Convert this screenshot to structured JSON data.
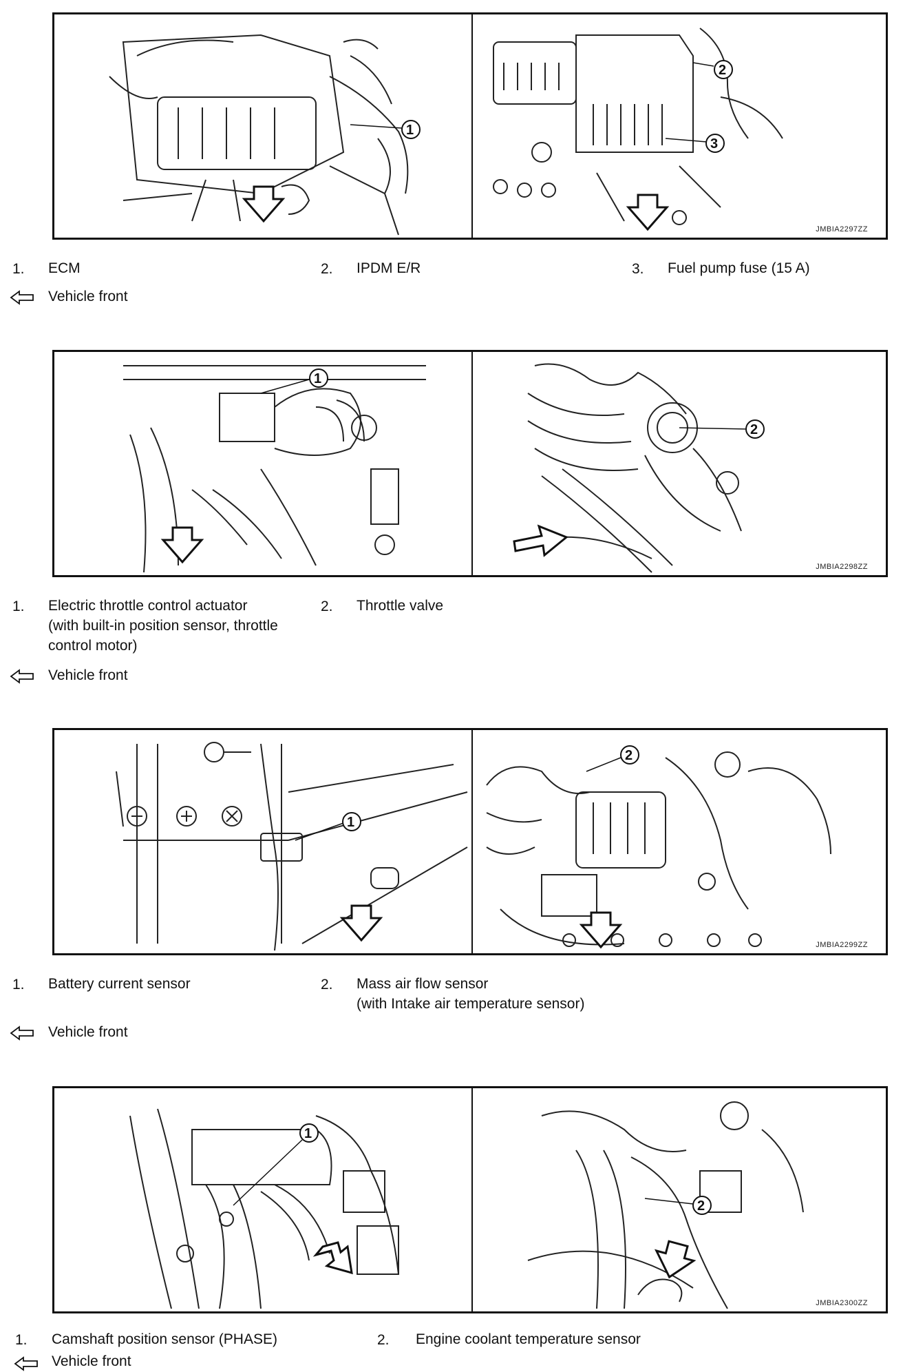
{
  "figures": [
    {
      "image_code": "JMBIA2297ZZ",
      "callouts": [
        "1",
        "2",
        "3"
      ],
      "items": [
        {
          "num": "1.",
          "text": "ECM"
        },
        {
          "num": "2.",
          "text": "IPDM E/R"
        },
        {
          "num": "3.",
          "text": "Fuel pump fuse (15 A)"
        }
      ],
      "legend": "Vehicle front"
    },
    {
      "image_code": "JMBIA2298ZZ",
      "callouts": [
        "1",
        "2"
      ],
      "items": [
        {
          "num": "1.",
          "text_lines": [
            "Electric throttle control actuator",
            "(with built-in position sensor, throttle",
            "control motor)"
          ]
        },
        {
          "num": "2.",
          "text": "Throttle valve"
        }
      ],
      "legend": "Vehicle front"
    },
    {
      "image_code": "JMBIA2299ZZ",
      "callouts": [
        "1",
        "2"
      ],
      "items": [
        {
          "num": "1.",
          "text": "Battery current sensor"
        },
        {
          "num": "2.",
          "text_lines": [
            "Mass air flow sensor",
            "(with Intake air temperature sensor)"
          ]
        }
      ],
      "legend": "Vehicle front"
    },
    {
      "image_code": "JMBIA2300ZZ",
      "callouts": [
        "1",
        "2"
      ],
      "items": [
        {
          "num": "1.",
          "text": "Camshaft position sensor (PHASE)"
        },
        {
          "num": "2.",
          "text": "Engine coolant temperature sensor"
        }
      ],
      "legend": "Vehicle front"
    }
  ],
  "icons": {
    "legend_arrow": "vehicle-front-arrow-icon",
    "drawing_arrow": "front-direction-arrow-icon"
  }
}
